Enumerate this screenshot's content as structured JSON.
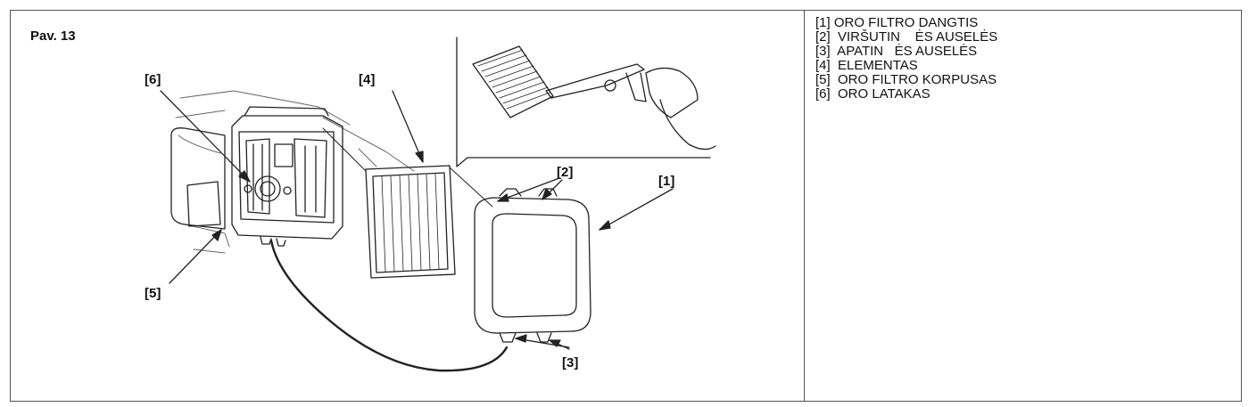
{
  "figure": {
    "title": "Pav. 13",
    "callouts": [
      "[1]",
      "[2]",
      "[3]",
      "[4]",
      "[5]",
      "[6]"
    ]
  },
  "legend": {
    "items": [
      "[1] ORO FILTRO DANGTIS",
      "[2]  VIRŠUTIN    ĖS AUSELĖS",
      "[3]  APATIN   ĖS AUSELĖS",
      "[4]  ELEMENTAS",
      "[5]  ORO FILTRO KORPUSAS",
      "[6]  ORO LATAKAS"
    ]
  }
}
